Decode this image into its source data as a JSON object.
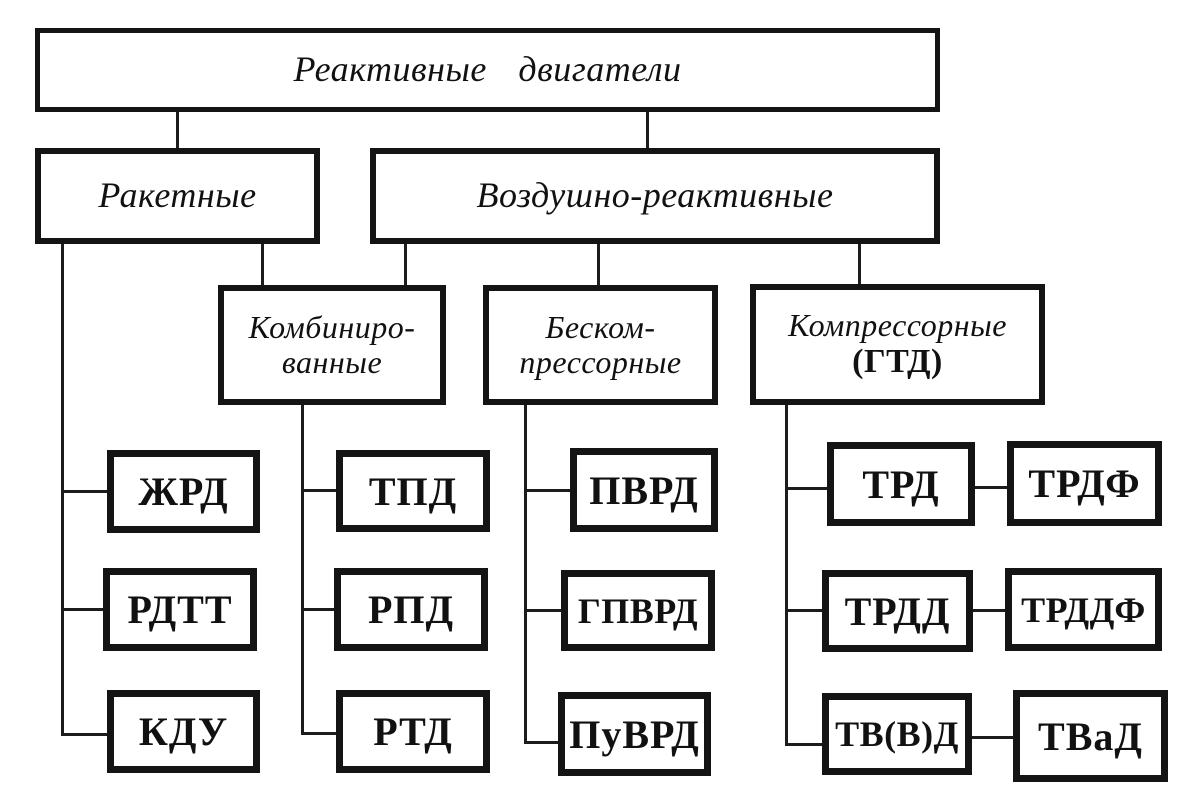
{
  "diagram": {
    "type": "tree",
    "title": "Реактивные двигатели",
    "colors": {
      "background": "#ffffff",
      "line": "#1c1c1c",
      "text": "#111111"
    },
    "nodes": {
      "root": {
        "label": "Реактивные  двигатели"
      },
      "rocket": {
        "label": "Ракетные"
      },
      "air": {
        "label": "Воздушно-реактивные"
      },
      "combined": {
        "lines": [
          "Комбиниро-",
          "ванные"
        ]
      },
      "compressorless": {
        "lines": [
          "Беском-",
          "прессорные"
        ]
      },
      "compressor": {
        "lines": [
          "Компрессорные",
          "(ГТД)"
        ]
      },
      "zhrd": {
        "label": "ЖРД"
      },
      "rdtt": {
        "label": "РДТТ"
      },
      "kdu": {
        "label": "КДУ"
      },
      "tpd": {
        "label": "ТПД"
      },
      "rpd": {
        "label": "РПД"
      },
      "rtd": {
        "label": "РТД"
      },
      "pvrd": {
        "label": "ПВРД"
      },
      "gpvrd": {
        "label": "ГПВРД"
      },
      "puvrd": {
        "label": "ПуВРД"
      },
      "trd": {
        "label": "ТРД"
      },
      "trdf": {
        "label": "ТРДФ"
      },
      "trdd": {
        "label": "ТРДД"
      },
      "trddf": {
        "label": "ТРДДФ"
      },
      "tvvd": {
        "label": "ТВ(В)Д"
      },
      "tvad": {
        "label": "ТВаД"
      }
    },
    "edges": [
      [
        "root",
        "rocket"
      ],
      [
        "root",
        "air"
      ],
      [
        "rocket",
        "combined"
      ],
      [
        "air",
        "combined"
      ],
      [
        "air",
        "compressorless"
      ],
      [
        "air",
        "compressor"
      ],
      [
        "rocket",
        "zhrd"
      ],
      [
        "rocket",
        "rdtt"
      ],
      [
        "rocket",
        "kdu"
      ],
      [
        "combined",
        "tpd"
      ],
      [
        "combined",
        "rpd"
      ],
      [
        "combined",
        "rtd"
      ],
      [
        "compressorless",
        "pvrd"
      ],
      [
        "compressorless",
        "gpvrd"
      ],
      [
        "compressorless",
        "puvrd"
      ],
      [
        "compressor",
        "trd"
      ],
      [
        "compressor",
        "trdd"
      ],
      [
        "compressor",
        "tvvd"
      ],
      [
        "trd",
        "trdf"
      ],
      [
        "trdd",
        "trddf"
      ],
      [
        "tvvd",
        "tvad"
      ]
    ]
  }
}
